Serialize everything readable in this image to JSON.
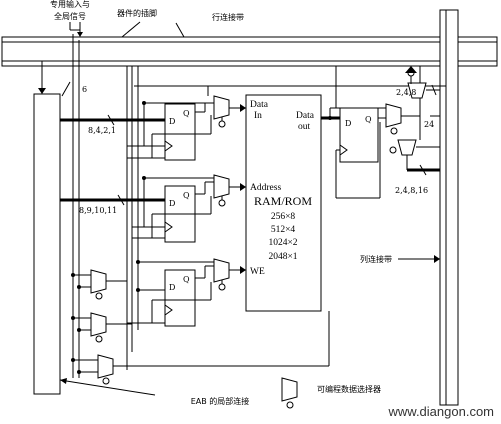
{
  "labels": {
    "dedicated_input": [
      "专用输入与",
      "全局信号"
    ],
    "device_pins": "器件的插脚",
    "row_interconnect": "行连接带",
    "column_interconnect": "列连接带",
    "eab_local": "EAB 的局部连接",
    "prog_mux_legend": "可编程数据选择器",
    "bus_6": "6",
    "bus_8421": "8,4,2,1",
    "bus_891011": "8,9,10,11",
    "bus_24": "24",
    "out_top": "2,4,8",
    "out_bottom": "2,4,8,16"
  },
  "ram": {
    "data_in": [
      "Data",
      "In"
    ],
    "data_out": [
      "Data",
      "out"
    ],
    "address": "Address",
    "title": "RAM/ROM",
    "configs": [
      "256×8",
      "512×4",
      "1024×2",
      "2048×1"
    ],
    "we": "WE"
  },
  "ff": {
    "d": "D",
    "q": "Q"
  },
  "watermark": "www.diangon.com"
}
